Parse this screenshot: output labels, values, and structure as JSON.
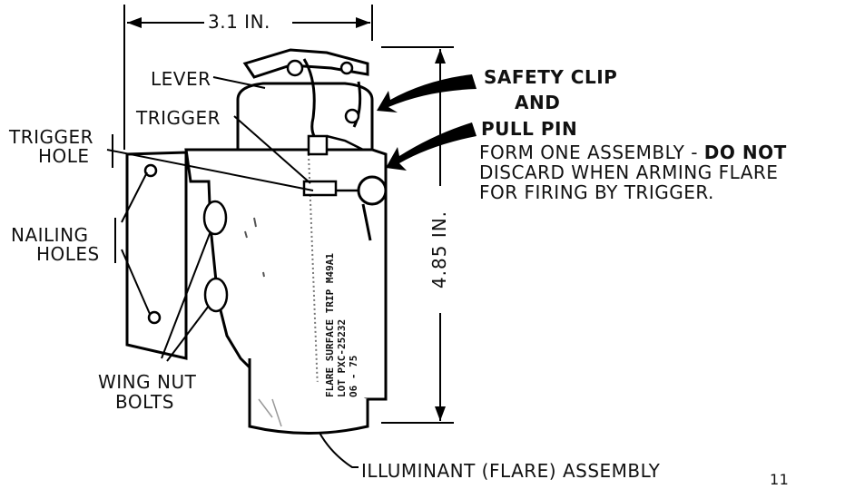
{
  "dimensions": {
    "width": "3.1 IN.",
    "height": "4.85 IN."
  },
  "labels": {
    "lever": "LEVER",
    "trigger": "TRIGGER",
    "trigger_hole_line1": "TRIGGER",
    "trigger_hole_line2": "HOLE",
    "nailing_holes_line1": "NAILING",
    "nailing_holes_line2": "HOLES",
    "wing_nut_bolts_line1": "WING NUT",
    "wing_nut_bolts_line2": "BOLTS",
    "illuminant": "ILLUMINANT (FLARE) ASSEMBLY",
    "safety_clip": "SAFETY CLIP",
    "and": "AND",
    "pull_pin": "PULL PIN",
    "note_line1_a": "FORM ONE ASSEMBLY - ",
    "note_line1_b": "DO NOT",
    "note_line2": "DISCARD WHEN ARMING FLARE",
    "note_line3": "FOR FIRING BY TRIGGER."
  },
  "body_stamp": {
    "line1": "FLARE SURFACE TRIP M49A1",
    "line2": "LOT   PXC-25232",
    "line3": "O6 - 75"
  },
  "page_mark": "11"
}
